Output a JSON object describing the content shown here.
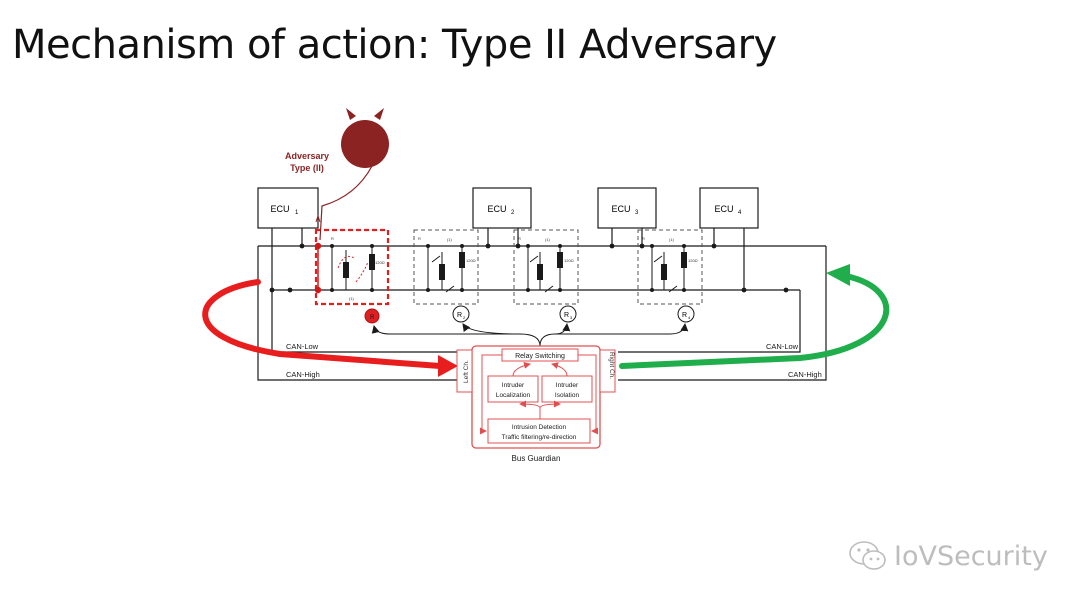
{
  "slide": {
    "title": "Mechanism of action: Type II Adversary"
  },
  "diagram": {
    "adversary_label_line1": "Adversary",
    "adversary_label_line2": "Type (II)",
    "ecus": [
      {
        "name": "ECU",
        "sub": "1"
      },
      {
        "name": "ECU",
        "sub": "2"
      },
      {
        "name": "ECU",
        "sub": "3"
      },
      {
        "name": "ECU",
        "sub": "4"
      }
    ],
    "relays": [
      {
        "label": "R",
        "sub": "1"
      },
      {
        "label": "R",
        "sub": "2"
      },
      {
        "label": "R",
        "sub": "3"
      },
      {
        "label": "R",
        "sub": "4"
      }
    ],
    "resistor_label": "120Ω",
    "relay_small_labels": [
      "R",
      "(1)",
      "(2)",
      "(3)"
    ],
    "bus_labels": {
      "can_low_left": "CAN-Low",
      "can_high_left": "CAN-High",
      "can_low_right": "CAN-Low",
      "can_high_right": "CAN-High"
    },
    "guardian": {
      "title": "Bus Guardian",
      "left_channel": "Left Ch.",
      "right_channel": "Right Ch.",
      "relay_switching": "Relay Switching",
      "intruder_localization": [
        "Intruder",
        "Localization"
      ],
      "intruder_isolation": [
        "Intruder",
        "Isolation"
      ],
      "intrusion_detection": [
        "Intrusion Detection",
        "Traffic filtering/re-direction"
      ]
    },
    "colors": {
      "adversary": "#8b2323",
      "compromised": "#e02020",
      "guardian": "#e05050",
      "left_arrow": "#e81e1e",
      "right_arrow": "#1fae4b",
      "wire": "#1a1a1a"
    }
  },
  "watermark": {
    "text": "IoVSecurity"
  }
}
